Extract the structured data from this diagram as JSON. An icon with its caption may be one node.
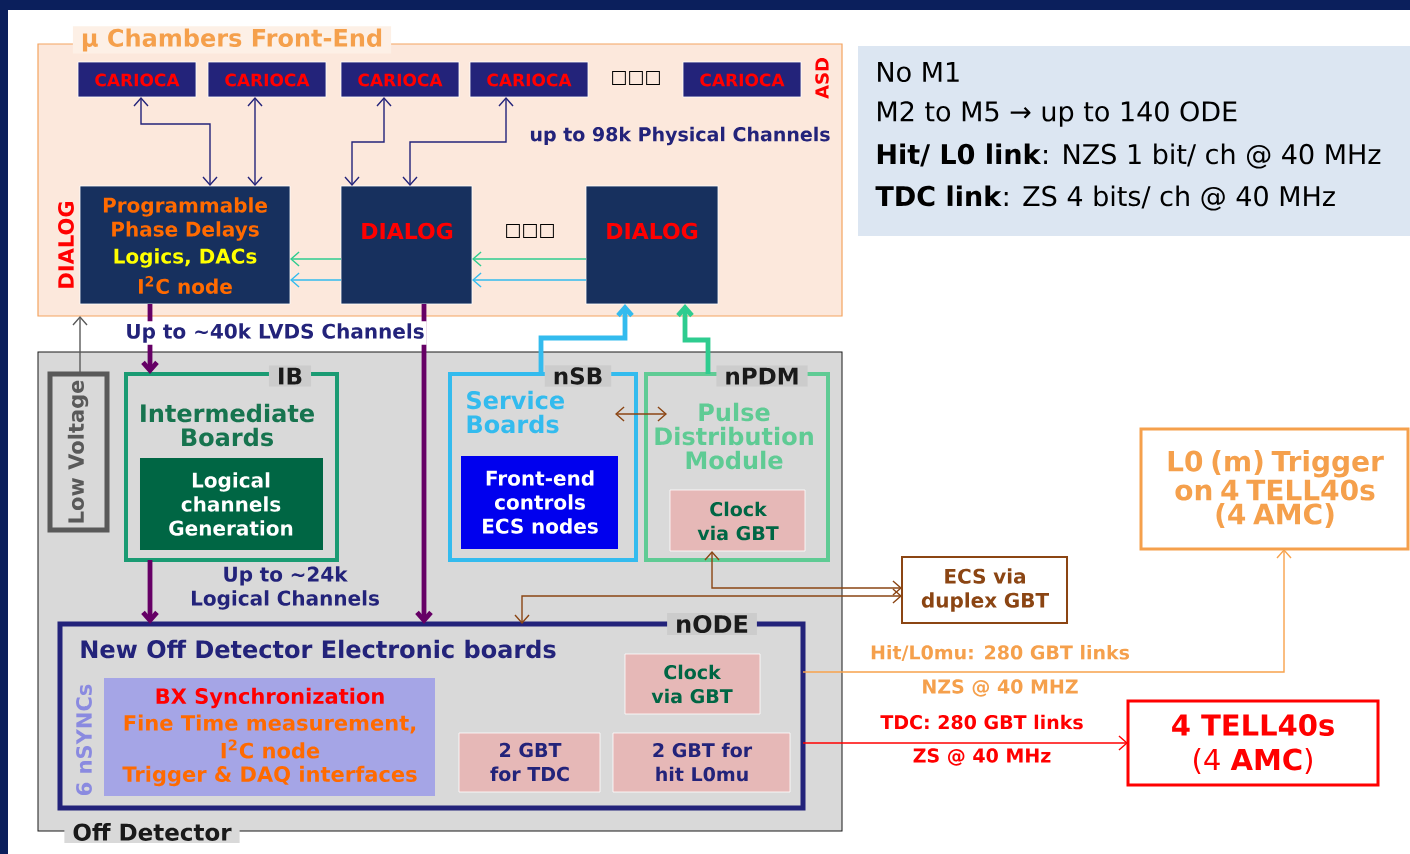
{
  "diagram": {
    "nodes": [
      {
        "text": [
          "μ Chambers Front-End"
        ]
      },
      {
        "text": [
          "CARIOCA"
        ],
        "in": 0
      },
      {
        "text": [
          "CARIOCA"
        ],
        "in": 0
      },
      {
        "text": [
          "CARIOCA"
        ],
        "in": 0
      },
      {
        "text": [
          "CARIOCA"
        ],
        "in": 0
      },
      {
        "text": [
          "CARIOCA"
        ],
        "in": 0
      },
      {
        "text": [
          "Programmable Phase Delays",
          "Logics, DACs",
          "I$^{2}$C node"
        ],
        "in": 0
      },
      {
        "text": [
          "DIALOG"
        ],
        "in": 0
      },
      {
        "text": [
          "DIALOG"
        ],
        "in": 0
      },
      {
        "text": [
          "Off Detector"
        ]
      },
      {
        "text": [
          "Low Voltage"
        ],
        "in": 9
      },
      {
        "text": [
          "IB",
          "Intermediate Boards"
        ],
        "in": 9
      },
      {
        "text": [
          "Logical channels Generation"
        ],
        "in": 11
      },
      {
        "text": [
          "nSB",
          "Service Boards"
        ],
        "in": 9
      },
      {
        "text": [
          "Front-end controls ECS nodes"
        ],
        "in": 13
      },
      {
        "text": [
          "nPDM",
          "Pulse Distribution Module"
        ],
        "in": 9
      },
      {
        "text": [
          "Clock via GBT"
        ],
        "in": 15
      },
      {
        "text": [
          "nODE",
          "New Off Detector Electronic boards",
          "6 nSYNCs"
        ],
        "in": 9
      },
      {
        "text": [
          "BX Synchronization",
          "Fine Time measurement,",
          "I$^{2}$C node",
          "Trigger & DAQ interfaces"
        ],
        "in": 17
      },
      {
        "text": [
          "Clock via GBT"
        ],
        "in": 17
      },
      {
        "text": [
          "2 GBT for TDC"
        ],
        "in": 17
      },
      {
        "text": [
          "2 GBT for hit L0mu"
        ],
        "in": 17
      },
      {
        "text": [
          "ECS via duplex GBT"
        ]
      },
      {
        "text": [
          "L0 (m) Trigger on 4 TELL40s (4 AMC)"
        ]
      },
      {
        "text": [
          "4 TELL40s",
          "(4 **AMC**)"
        ]
      },
      {
        "text": [
          "No M1",
          "M2 to M5 → up to 140 ODE",
          "**Hit/ L0 link**: NZS 1 bit/ ch @ 40 MHz",
          "**TDC link**: ZS 4 bits/ ch @ 40 MHz"
        ]
      }
    ],
    "edges": [
      {
        "from": 1,
        "to": 6,
        "arrow": "both"
      },
      {
        "from": 2,
        "to": 6,
        "arrow": "both"
      },
      {
        "from": 3,
        "to": 7,
        "arrow": "both"
      },
      {
        "from": 4,
        "to": 7,
        "arrow": "both"
      },
      {
        "from": 8,
        "to": 7,
        "arrow": "to",
        "color": "#2ecc8f"
      },
      {
        "from": 8,
        "to": 7,
        "arrow": "to",
        "color": "#33bbee"
      },
      {
        "from": 7,
        "to": 6,
        "arrow": "to",
        "color": "#2ecc8f"
      },
      {
        "from": 7,
        "to": 6,
        "arrow": "to",
        "color": "#33bbee"
      },
      {
        "from": 6,
        "to": 11,
        "arrow": "to",
        "style": "thick",
        "color": "#660066"
      },
      {
        "from": 7,
        "to": 17,
        "arrow": "to",
        "style": "thick",
        "color": "#660066"
      },
      {
        "from": 11,
        "to": 17,
        "arrow": "to",
        "style": "thick",
        "color": "#660066"
      },
      {
        "from": 10,
        "to": 0,
        "arrow": "to",
        "color": "#595959"
      },
      {
        "from": 13,
        "to": 8,
        "arrow": "to",
        "style": "thick",
        "color": "#33bbee"
      },
      {
        "from": 15,
        "to": 8,
        "arrow": "to",
        "style": "thick",
        "color": "#2ecc8f"
      },
      {
        "from": 13,
        "to": 15,
        "arrow": "both",
        "color": "#8b4513"
      },
      {
        "from": 22,
        "to": 16,
        "arrow": "both",
        "color": "#8b4513"
      },
      {
        "from": 22,
        "to": 17,
        "arrow": "both",
        "color": "#8b4513"
      },
      {
        "from": 17,
        "to": 23,
        "arrow": "to",
        "label": "Hit/L0mu: 280 GBT links",
        "color": "#f8a34c"
      },
      {
        "from": 17,
        "to": 24,
        "arrow": "to",
        "label": "TDC: 280 GBT links",
        "color": "#ff0000"
      }
    ],
    "labels": [
      "DIALOG",
      "ASD",
      "□□□",
      "up to 98k Physical Channels",
      "□□□",
      "Up to ~40k LVDS Channels",
      "Up to ~24k Logical Channels",
      "NZS @ 40 MHZ",
      "ZS @ 40 MHz"
    ]
  }
}
